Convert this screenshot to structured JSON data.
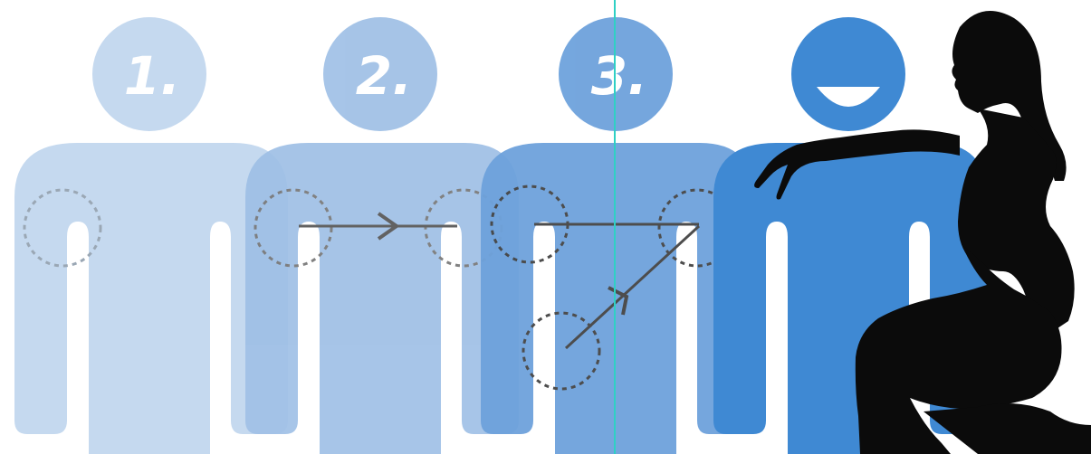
{
  "steps": [
    {
      "label": "1.",
      "color": "#c5d9ef"
    },
    {
      "label": "2.",
      "color": "#9fc0e6"
    },
    {
      "label": "3.",
      "color": "#6ea2dc"
    },
    {
      "label": "",
      "color": "#3f89d3"
    }
  ],
  "icons": {
    "step1": "torso-figure-icon",
    "step2": "torso-figure-icon",
    "step3": "torso-figure-icon",
    "step4": "smiling-torso-figure-icon",
    "woman": "woman-silhouette-icon",
    "circle": "dashed-circle-icon",
    "arrow": "arrow-icon"
  },
  "colors": {
    "background": "#ffffff",
    "silhouette": "#0b0b0b",
    "arrow": "#555555",
    "circle_stroke": "#555555",
    "accent_line": "#2fd0c4"
  }
}
